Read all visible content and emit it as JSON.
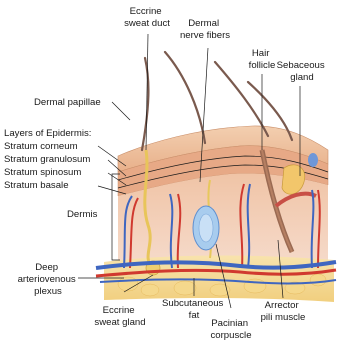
{
  "labels": {
    "eccrine_duct": [
      "Eccrine",
      "sweat duct"
    ],
    "dermal_nerve": [
      "Dermal",
      "nerve fibers"
    ],
    "hair_follicle": [
      "Hair",
      "follicle"
    ],
    "sebaceous": [
      "Sebaceous",
      "gland"
    ],
    "dermal_papillae": "Dermal papillae",
    "epidermis_layers": "Layers of Epidermis:",
    "corneum": "Stratum corneum",
    "granulosum": "Stratum granulosum",
    "spinosum": "Stratum spinosum",
    "basale": "Stratum basale",
    "dermis": "Dermis",
    "deep_plexus": [
      "Deep",
      "arteriovenous",
      "plexus"
    ],
    "eccrine_gland": [
      "Eccrine",
      "sweat gland"
    ],
    "subcutaneous": [
      "Subcutaneous",
      "fat"
    ],
    "pacinian": [
      "Pacinian",
      "corpuscle"
    ],
    "arrector": [
      "Arrector",
      "pili muscle"
    ]
  },
  "colors": {
    "epidermis": "#e9b48c",
    "dermis": "#f2d0c0",
    "subcutaneous": "#f6dca0",
    "artery": "#d0392f",
    "vein": "#3f66c0",
    "hair": "#7a5a4e",
    "nerve": "#e6c34a",
    "pacinian": "#9cc3e8"
  }
}
